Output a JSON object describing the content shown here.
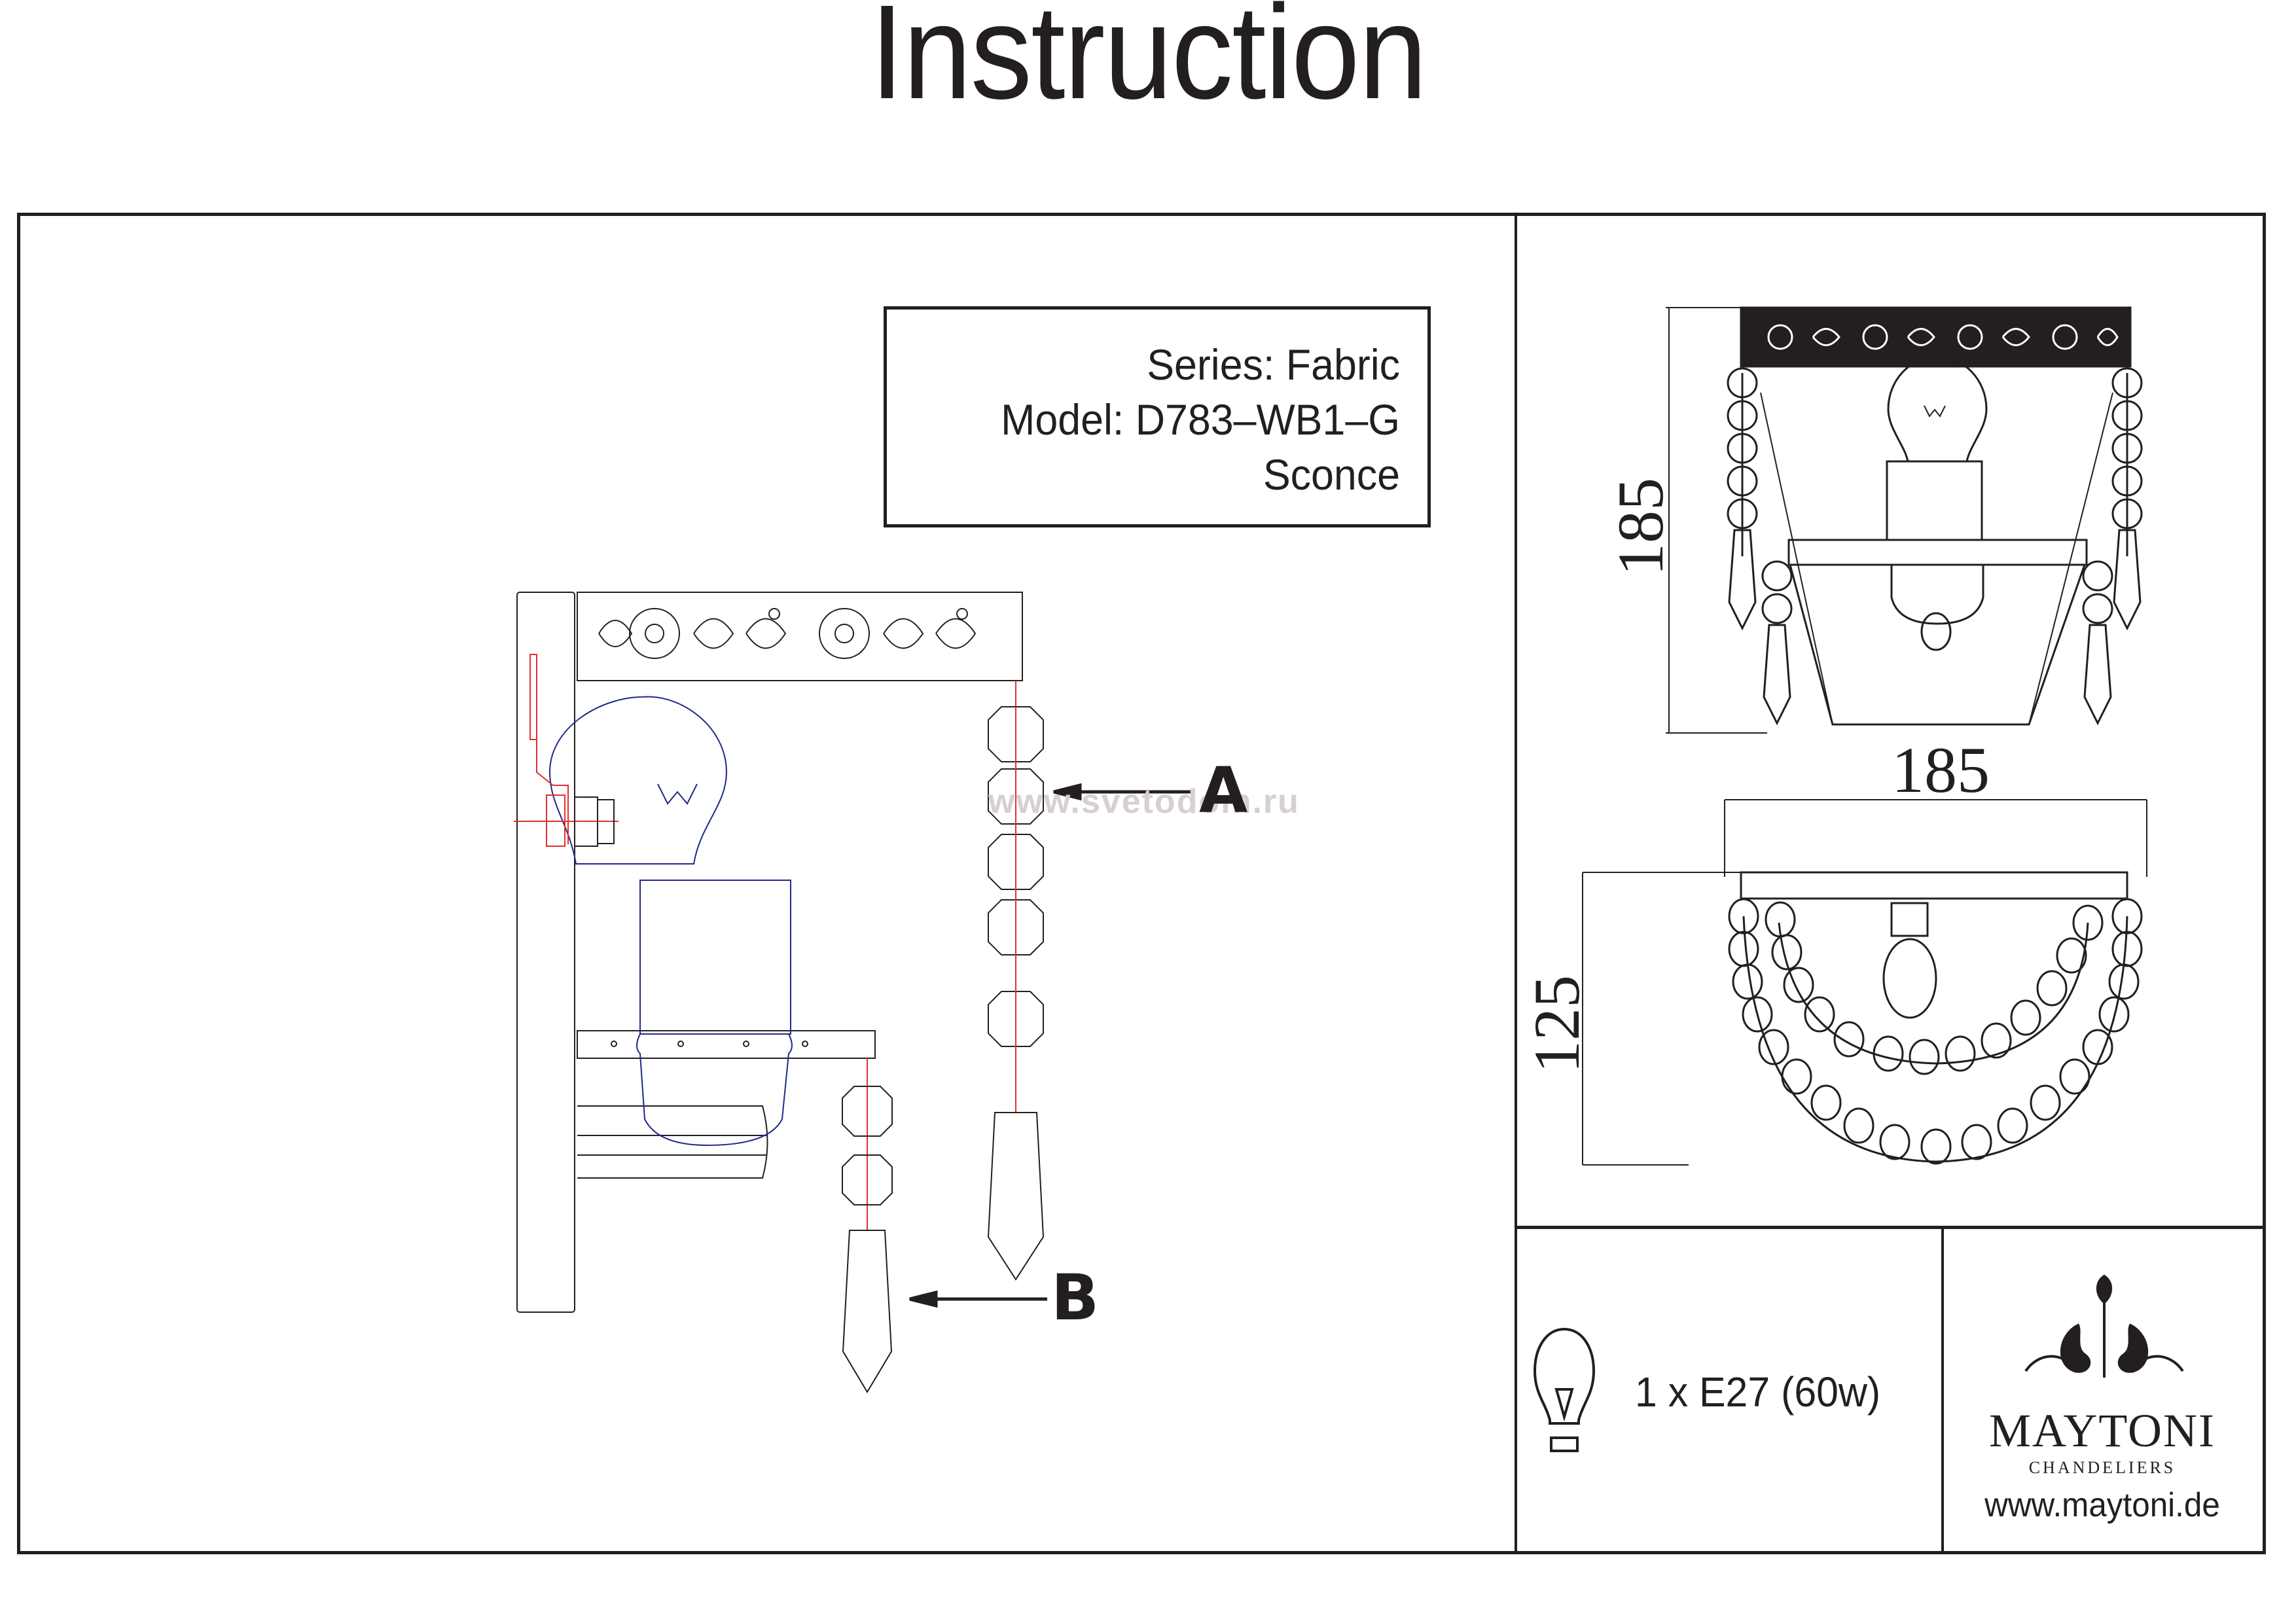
{
  "document": {
    "title": "Instruction"
  },
  "product_info": {
    "series": "Series: Fabric",
    "model": "Model: D783–WB1–G",
    "type": "Sconce"
  },
  "side_view": {
    "callouts": [
      {
        "label": "A",
        "part": "octagon crystal chain"
      },
      {
        "label": "B",
        "part": "prism crystal pendant"
      }
    ],
    "watermark": "www.svetodom.ru"
  },
  "dimensions": {
    "front_height": "185",
    "top_width": "185",
    "top_depth": "125",
    "units": "mm"
  },
  "lamp": {
    "icon": "light-bulb-icon",
    "spec": "1 x E27 (60w)"
  },
  "brand": {
    "logo_icon": "chandelier-ornament-icon",
    "name": "MAYTONI",
    "subtitle": "CHANDELIERS",
    "website": "www.maytoni.de"
  },
  "colors": {
    "ink": "#231f20",
    "bulb_outline": "#1f2a8a",
    "hatch_red": "#e03030",
    "watermark": "#d8cfcf"
  }
}
